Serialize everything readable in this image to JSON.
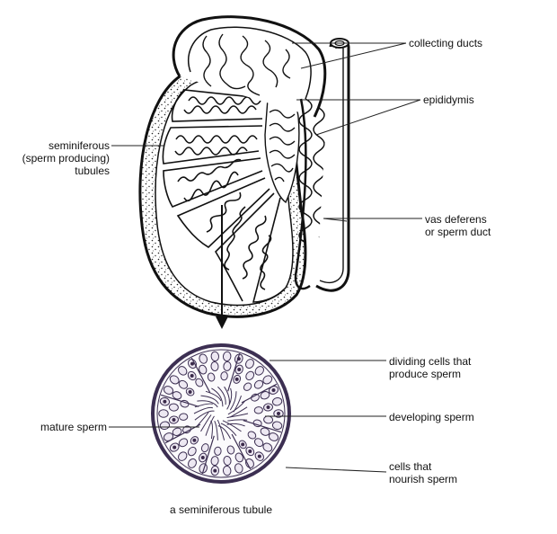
{
  "labels": {
    "collecting_ducts": "collecting ducts",
    "epididymis": "epididymis",
    "seminiferous": [
      "seminiferous",
      "(sperm producing)",
      "tubules"
    ],
    "vas_deferens": [
      "vas deferens",
      "or sperm duct"
    ],
    "dividing_cells": [
      "dividing cells that",
      "produce sperm"
    ],
    "developing_sperm": "developing sperm",
    "mature_sperm": "mature sperm",
    "nourish_cells": [
      "cells that",
      "nourish sperm"
    ],
    "caption": "a seminiferous tubule"
  },
  "colors": {
    "ink": "#111111",
    "cell_outline": "#3c2f52",
    "cell_fill": "#ede8f2",
    "nucleus": "#3a2a4a"
  }
}
